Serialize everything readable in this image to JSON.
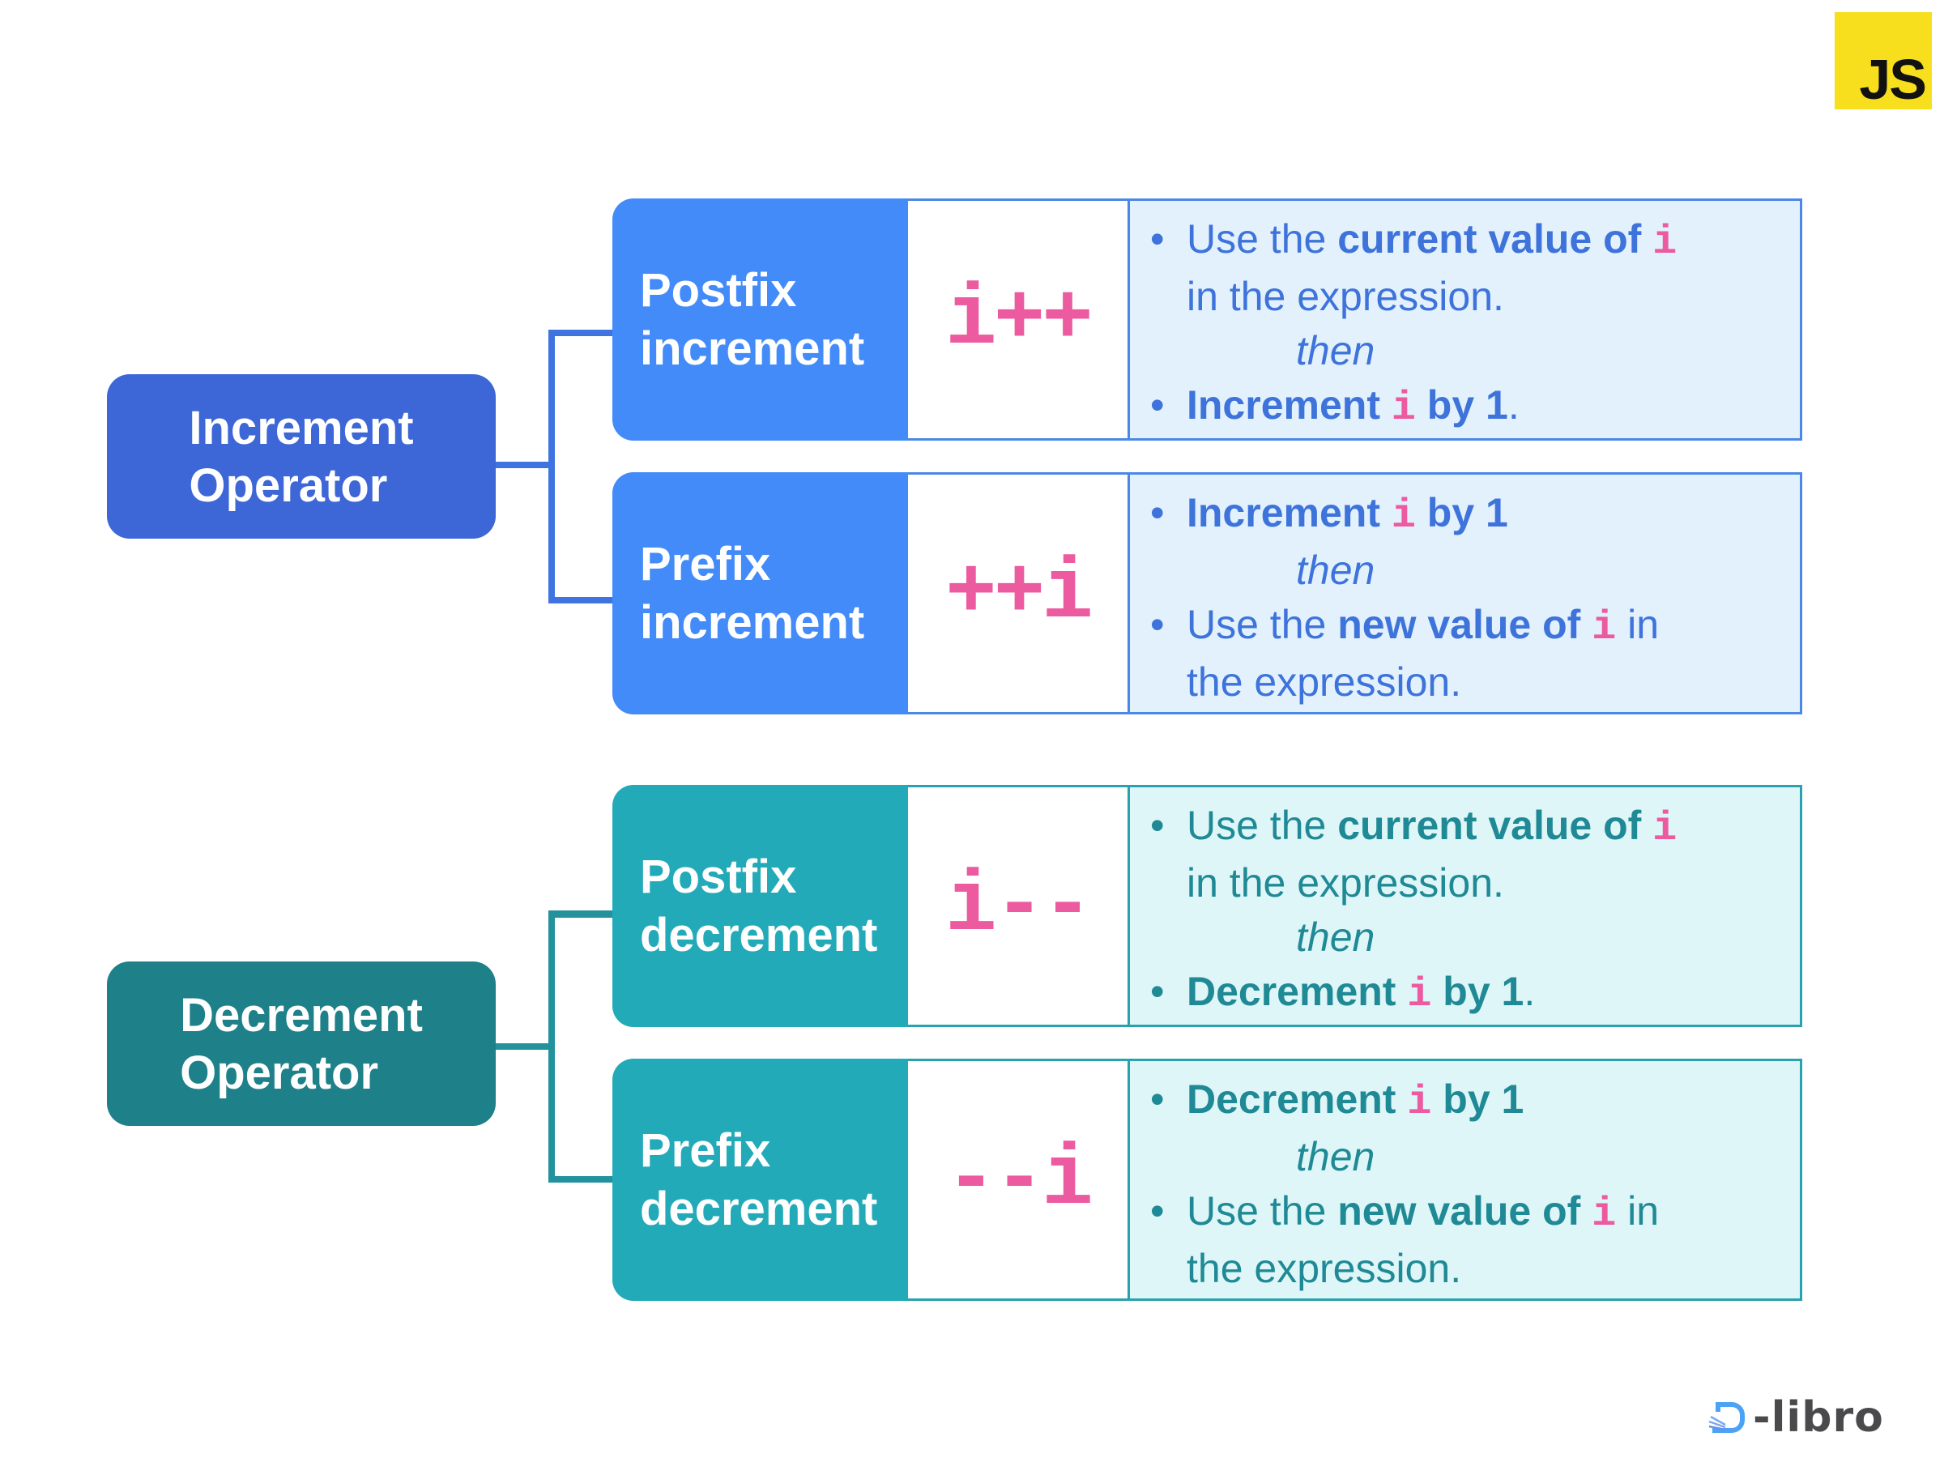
{
  "logo": {
    "text": "JS",
    "color": "#F7DF1E"
  },
  "brand": {
    "text": "-libro",
    "mark_color": "#4CA3F5"
  },
  "colors": {
    "increment_operator": "#3D66D6",
    "increment_title": "#428BF9",
    "increment_desc_bg": "#E3F1FD",
    "increment_text": "#3D73DA",
    "decrement_operator": "#1E8088",
    "decrement_title": "#23AAB9",
    "decrement_desc_bg": "#DEF6F8",
    "decrement_text": "#1F8A95",
    "code": "#EC5A9F"
  },
  "groups": [
    {
      "operator": {
        "line1": "Increment",
        "line2": "Operator"
      },
      "rows": [
        {
          "title1": "Postfix",
          "title2": "increment",
          "symbol": "i++",
          "items": [
            {
              "pre": "Use the ",
              "bold": "current value of",
              "code": "i",
              "post": "",
              "cont": "in the expression."
            },
            {
              "then": "then"
            },
            {
              "bold_pre": "Increment",
              "code": "i",
              "bold_post": "by 1",
              "post": "."
            }
          ]
        },
        {
          "title1": "Prefix",
          "title2": "increment",
          "symbol": "++i",
          "items": [
            {
              "bold_pre": "Increment",
              "code": "i",
              "bold_post": "by 1",
              "post": ""
            },
            {
              "then": "then"
            },
            {
              "pre": "Use the ",
              "bold": "new value of",
              "code": "i",
              "post": " in",
              "cont": "the expression."
            }
          ]
        }
      ]
    },
    {
      "operator": {
        "line1": "Decrement",
        "line2": "Operator"
      },
      "rows": [
        {
          "title1": "Postfix",
          "title2": "decrement",
          "symbol": "i--",
          "items": [
            {
              "pre": "Use the ",
              "bold": "current value of",
              "code": "i",
              "post": "",
              "cont": "in the expression."
            },
            {
              "then": "then"
            },
            {
              "bold_pre": "Decrement",
              "code": "i",
              "bold_post": "by 1",
              "post": "."
            }
          ]
        },
        {
          "title1": "Prefix",
          "title2": "decrement",
          "symbol": "--i",
          "items": [
            {
              "bold_pre": "Decrement",
              "code": "i",
              "bold_post": "by 1",
              "post": ""
            },
            {
              "then": "then"
            },
            {
              "pre": "Use the ",
              "bold": "new value of",
              "code": "i",
              "post": " in",
              "cont": "the expression."
            }
          ]
        }
      ]
    }
  ]
}
